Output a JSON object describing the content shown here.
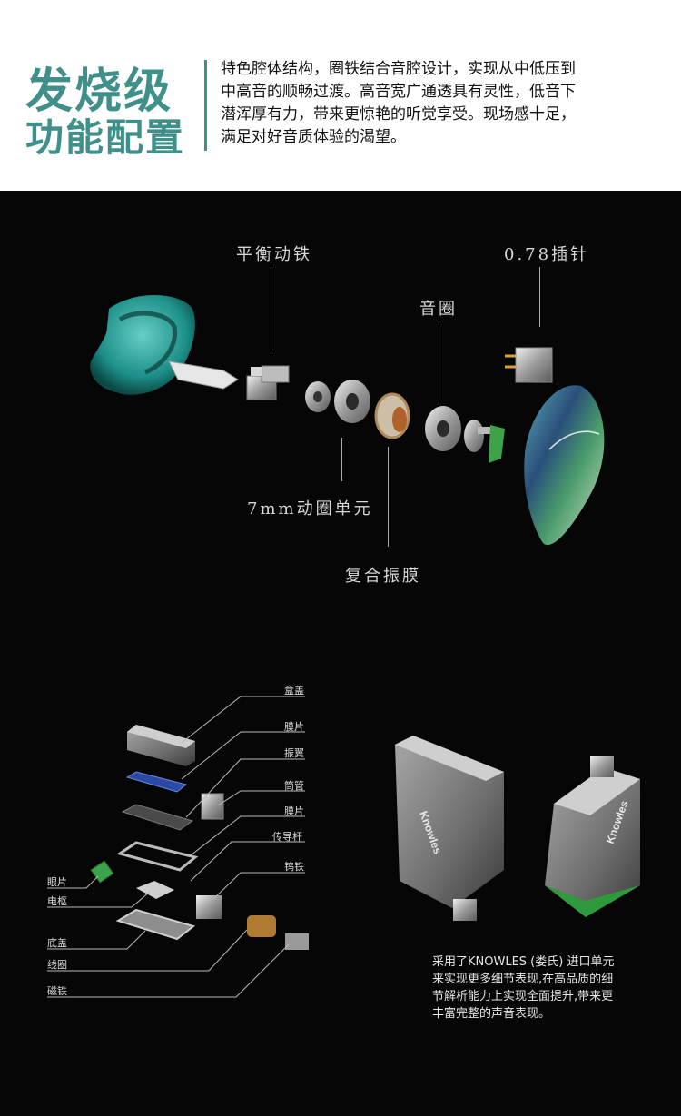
{
  "header": {
    "title_line1": "发烧级",
    "title_line2": "功能配置",
    "description": [
      "特色腔体结构，圈铁结合音腔设计，实现从中低压到",
      "中高音的顺畅过渡。高音宽广通透具有灵性，低音下",
      "潜浑厚有力，带来更惊艳的听觉享受。现场感十足，",
      "满足对好音质体验的渴望。"
    ]
  },
  "exploded_view": {
    "balanced_armature": "平衡动铁",
    "pin": "0.78插针",
    "voice_coil": "音圈",
    "driver_7mm": "7mm动圈单元",
    "composite_diaphragm": "复合振膜",
    "colors": {
      "shell": "#2fb8b0",
      "shell_dark": "#11625e",
      "metal": "#c9c9c9",
      "accent_green": "#3ea24a",
      "faceplate": "#3a8ea0"
    }
  },
  "armature_diagram": {
    "right_labels": [
      "盒盖",
      "膜片",
      "振翼",
      "筒管",
      "膜片",
      "传导杆",
      "钨铁"
    ],
    "left_labels": [
      "眼片",
      "电枢",
      "底盖",
      "线圈",
      "磁铁"
    ]
  },
  "knowles": {
    "brand": "Knowles",
    "caption": [
      "采用了KNOWLES (娄氏) 进口单元",
      "来实现更多细节表现,在高品质的细",
      "节解析能力上实现全面提升,带来更",
      "丰富完整的声音表现。"
    ]
  }
}
